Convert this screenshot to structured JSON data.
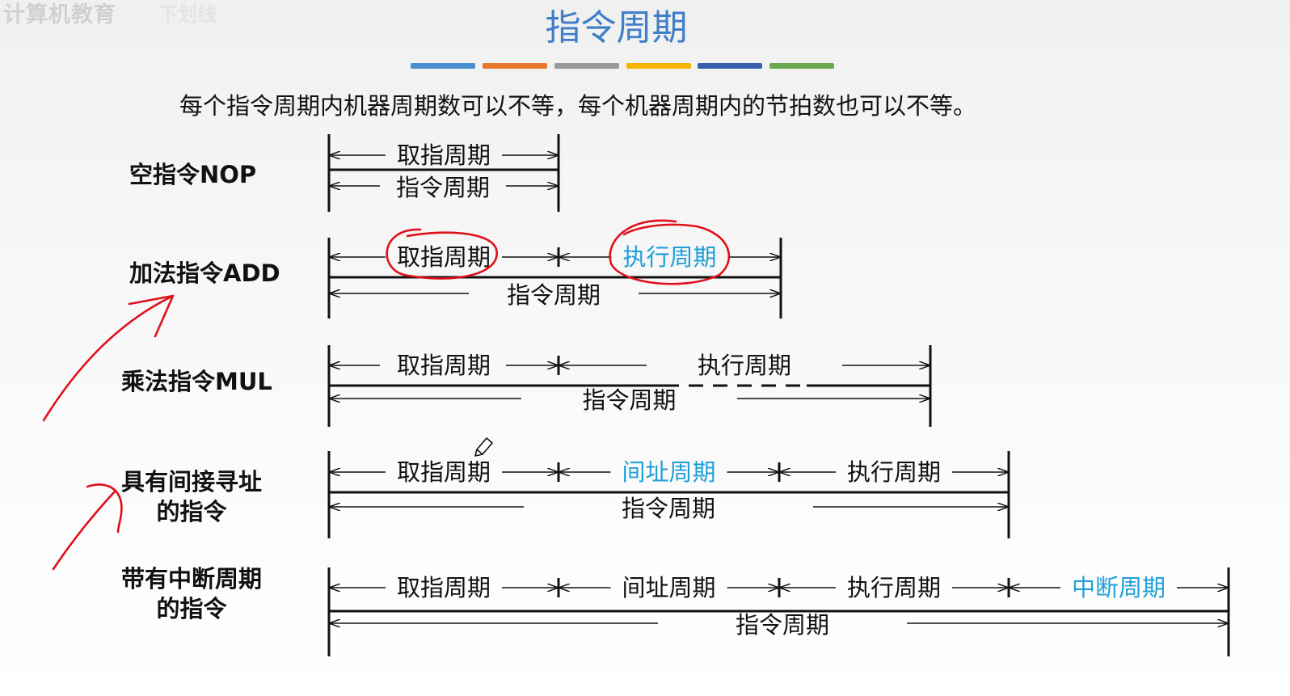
{
  "watermark": "计算机教育",
  "watermark_secondary": "下划线",
  "title": "指令周期",
  "title_bar_colors": [
    "#4a8ed0",
    "#e8762c",
    "#999999",
    "#f4b400",
    "#3a5fae",
    "#6aa84f"
  ],
  "subtitle": "每个指令周期内机器周期数可以不等，每个机器周期内的节拍数也可以不等。",
  "colors": {
    "text": "#111111",
    "highlight": "#1e9fd8",
    "annotation": "#e0101a"
  },
  "rows": [
    {
      "label": [
        "空指令NOP"
      ],
      "segments": [
        {
          "label": "取指周期",
          "highlight": false
        }
      ],
      "total_label": "指令周期"
    },
    {
      "label": [
        "加法指令ADD"
      ],
      "segments": [
        {
          "label": "取指周期",
          "highlight": false
        },
        {
          "label": "执行周期",
          "highlight": true
        }
      ],
      "total_label": "指令周期"
    },
    {
      "label": [
        "乘法指令MUL"
      ],
      "segments": [
        {
          "label": "取指周期",
          "highlight": false
        },
        {
          "label": "执行周期",
          "highlight": false
        }
      ],
      "total_label": "指令周期"
    },
    {
      "label": [
        "具有间接寻址",
        "的指令"
      ],
      "segments": [
        {
          "label": "取指周期",
          "highlight": false
        },
        {
          "label": "间址周期",
          "highlight": true
        },
        {
          "label": "执行周期",
          "highlight": false
        }
      ],
      "total_label": "指令周期"
    },
    {
      "label": [
        "带有中断周期",
        "的指令"
      ],
      "segments": [
        {
          "label": "取指周期",
          "highlight": false
        },
        {
          "label": "间址周期",
          "highlight": false
        },
        {
          "label": "执行周期",
          "highlight": false
        },
        {
          "label": "中断周期",
          "highlight": true
        }
      ],
      "total_label": "指令周期"
    }
  ],
  "icons": {
    "cursor": "pencil-cursor-icon"
  }
}
